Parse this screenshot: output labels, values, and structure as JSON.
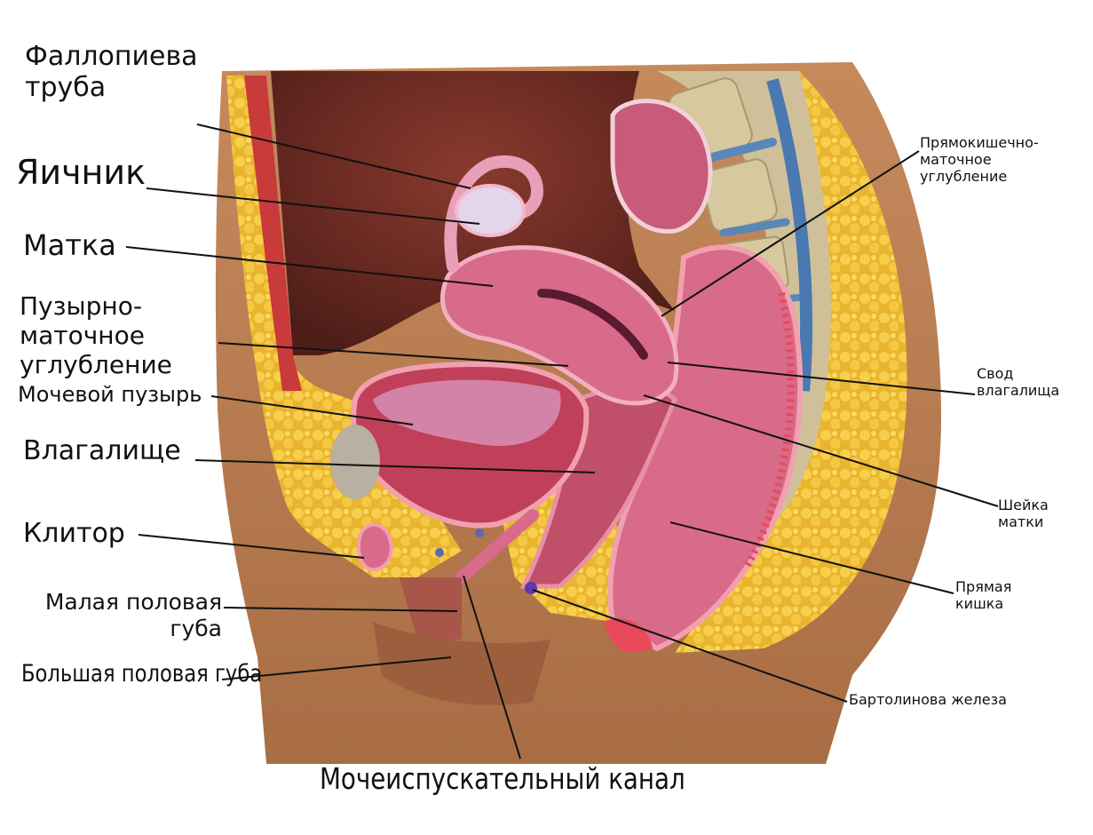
{
  "labels": {
    "fallopian_tube": "Фаллопиева\nтруба",
    "ovary": "Яичник",
    "uterus": "Матка",
    "vesicouterine_pouch": "Пузырно-\nматочное\nуглубление",
    "bladder": "Мочевой пузырь",
    "vagina": "Влагалище",
    "clitoris": "Клитор",
    "labia_minora": "Малая половая\nгуба",
    "labia_majora": "Большая половая губа",
    "urethra": "Мочеиспускательный канал",
    "rectouterine_pouch": "Прямокишечно-\nматочное\nуглубление",
    "vaginal_fornix": "Свод\nвлагалища",
    "cervix": "Шейка\nматки",
    "rectum": "Прямая\nкишка",
    "bartholin_gland": "Бартолинова железа"
  },
  "colors": {
    "skin": "#b77a4e",
    "fat": "#f2c23e",
    "organ_pink": "#d86a8a",
    "muscle": "#c93a3a",
    "cavity": "#6b2a22",
    "bone": "#d8c8a0",
    "disc": "#5a86b8"
  }
}
